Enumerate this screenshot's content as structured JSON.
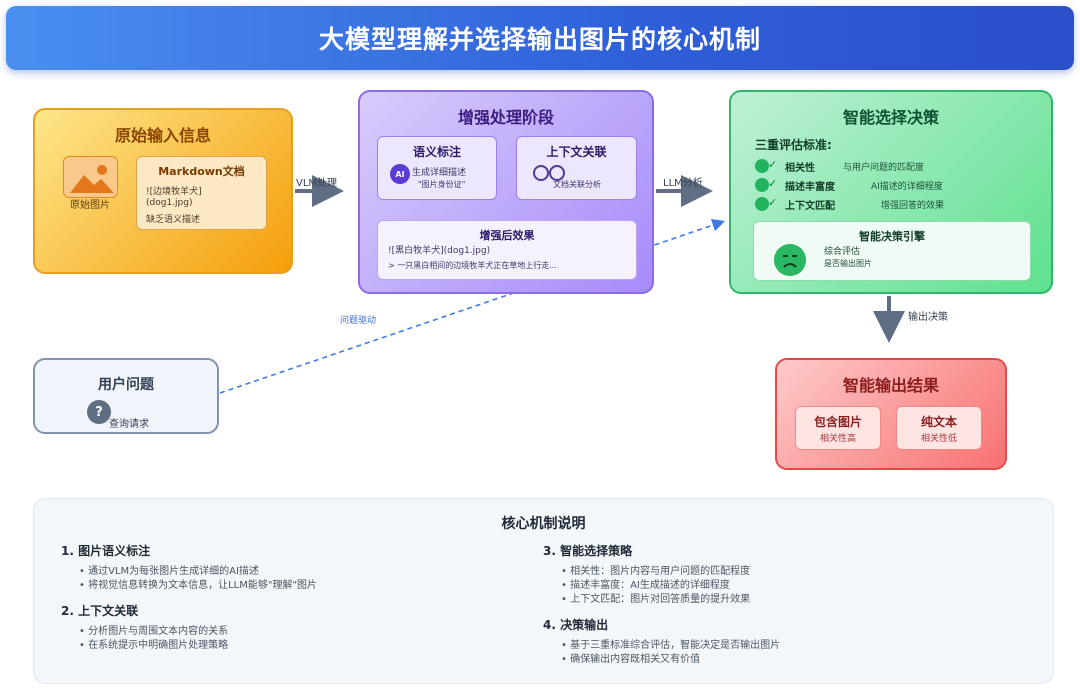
{
  "title": "大模型理解并选择输出图片的核心机制",
  "original_input": {
    "title": "原始输入信息",
    "image_label": "原始图片",
    "markdown": {
      "title": "Markdown文档",
      "lines": [
        "![边境牧羊犬]",
        "(dog1.jpg)",
        "缺乏语义描述"
      ]
    }
  },
  "enhance": {
    "title": "增强处理阶段",
    "semantic": {
      "title": "语义标注",
      "badge": "AI",
      "line1": "生成详细描述",
      "line2": "\"图片身份证\""
    },
    "context": {
      "title": "上下文关联",
      "desc": "文档关联分析"
    },
    "effect": {
      "title": "增强后效果",
      "line1": "![黑白牧羊犬](dog1.jpg)",
      "line2": "> 一只黑白相间的边境牧羊犬正在草地上行走..."
    }
  },
  "decision": {
    "title": "智能选择决策",
    "criteria_title": "三重评估标准:",
    "criteria": [
      {
        "name": "相关性",
        "desc": "与用户问题的匹配度"
      },
      {
        "name": "描述丰富度",
        "desc": "AI描述的详细程度"
      },
      {
        "name": "上下文匹配",
        "desc": "增强回答的效果"
      }
    ],
    "engine": {
      "title": "智能决策引擎",
      "line1": "综合评估",
      "line2": "是否输出图片"
    }
  },
  "user": {
    "title": "用户问题",
    "badge": "?",
    "desc": "查询请求"
  },
  "output": {
    "title": "智能输出结果",
    "with_image": {
      "name": "包含图片",
      "sub": "相关性高"
    },
    "text_only": {
      "name": "纯文本",
      "sub": "相关性低"
    }
  },
  "edges": {
    "vlm": "VLM处理",
    "llm": "LLM分析",
    "question": "问题驱动",
    "decision_out": "输出决策"
  },
  "core": {
    "title": "核心机制说明",
    "sections": [
      {
        "heading": "1. 图片语义标注",
        "bullets": [
          "• 通过VLM为每张图片生成详细的AI描述",
          "• 将视觉信息转换为文本信息，让LLM能够\"理解\"图片"
        ]
      },
      {
        "heading": "2. 上下文关联",
        "bullets": [
          "• 分析图片与周围文本内容的关系",
          "• 在系统提示中明确图片处理策略"
        ]
      },
      {
        "heading": "3. 智能选择策略",
        "bullets": [
          "• 相关性：图片内容与用户问题的匹配程度",
          "• 描述丰富度：AI生成描述的详细程度",
          "• 上下文匹配：图片对回答质量的提升效果"
        ]
      },
      {
        "heading": "4. 决策输出",
        "bullets": [
          "• 基于三重标准综合评估，智能决定是否输出图片",
          "• 确保输出内容既相关又有价值"
        ]
      }
    ]
  },
  "colors": {
    "banner": "#2f5fd8",
    "original": "#f59e0b",
    "enhance": "#a78bfa",
    "decision": "#4ade80",
    "output": "#f87171",
    "user": "#8293ad",
    "arrow": "#5f6e82",
    "dashed": "#3f7be0"
  },
  "icons": [
    "image-icon",
    "ai-badge-icon",
    "link-icon",
    "check-icon",
    "frown-face-icon",
    "question-icon"
  ]
}
